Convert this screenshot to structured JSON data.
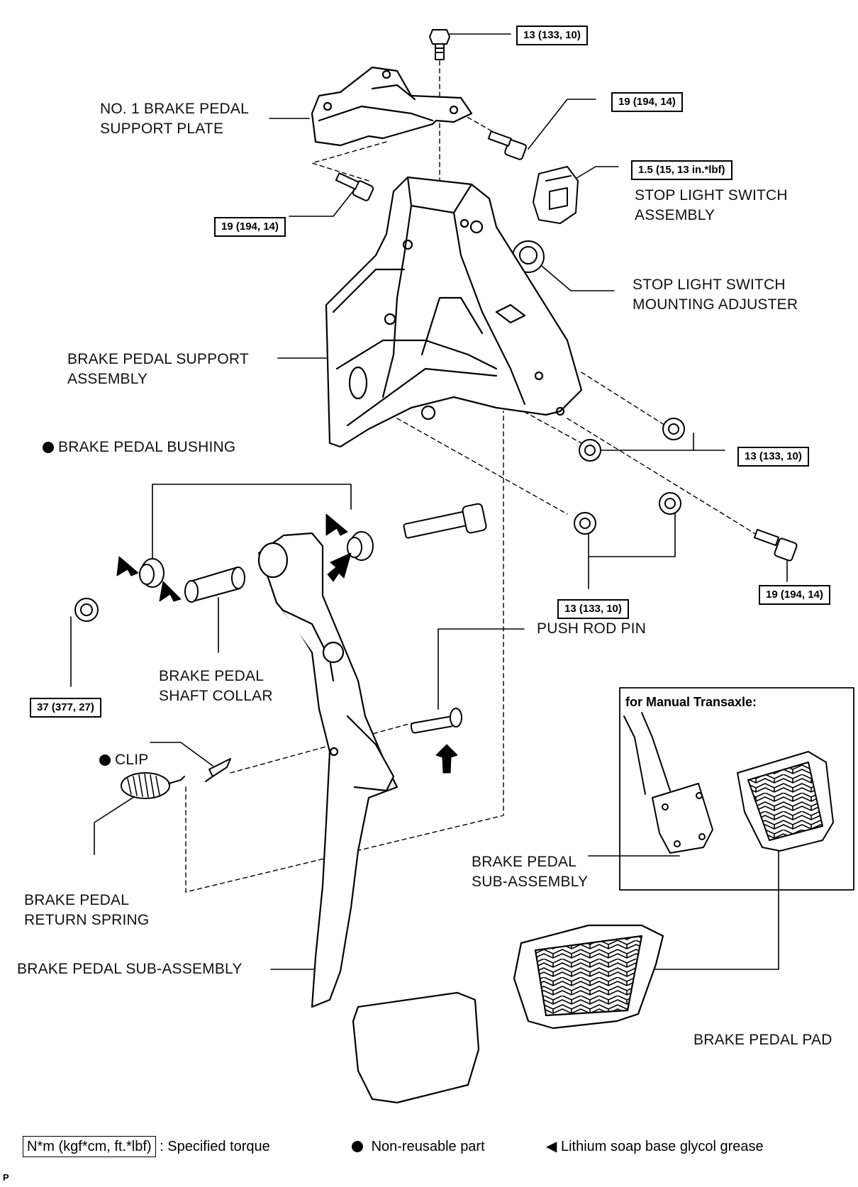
{
  "labels": {
    "no1_support_plate": "NO. 1 BRAKE PEDAL\nSUPPORT PLATE",
    "stop_light_switch": "STOP LIGHT SWITCH\nASSEMBLY",
    "stop_light_adjuster": "STOP LIGHT SWITCH\nMOUNTING ADJUSTER",
    "support_assembly": "BRAKE PEDAL SUPPORT\nASSEMBLY",
    "bushing": "BRAKE PEDAL BUSHING",
    "shaft_collar": "BRAKE PEDAL\nSHAFT COLLAR",
    "push_rod_pin": "PUSH ROD PIN",
    "clip": "CLIP",
    "return_spring": "BRAKE PEDAL\nRETURN SPRING",
    "pedal_sub_assembly": "BRAKE PEDAL SUB-ASSEMBLY",
    "pedal_sub_assembly_mt": "BRAKE PEDAL\nSUB-ASSEMBLY",
    "pedal_pad": "BRAKE PEDAL PAD",
    "manual_transaxle": "for Manual Transaxle:"
  },
  "torques": {
    "top_bolt": "13 (133, 10)",
    "plate_bolt_right": "19 (194, 14)",
    "stop_switch": "1.5 (15, 13 in.*lbf)",
    "plate_bolt_left": "19 (194, 14)",
    "support_nuts_upper": "13 (133, 10)",
    "lower_bolt_right": "19 (194, 14)",
    "support_nuts_lower": "13 (133, 10)",
    "pivot_nut": "37 (377, 27)"
  },
  "legend": {
    "torque_unit": "N*m (kgf*cm, ft.*lbf)",
    "torque_text": ": Specified torque",
    "nonreusable": "Non-reusable part",
    "grease": "Lithium soap  base glycol grease"
  },
  "corner_mark": "P",
  "icons": [
    "bullet-dot-icon",
    "grease-arrow-icon"
  ]
}
